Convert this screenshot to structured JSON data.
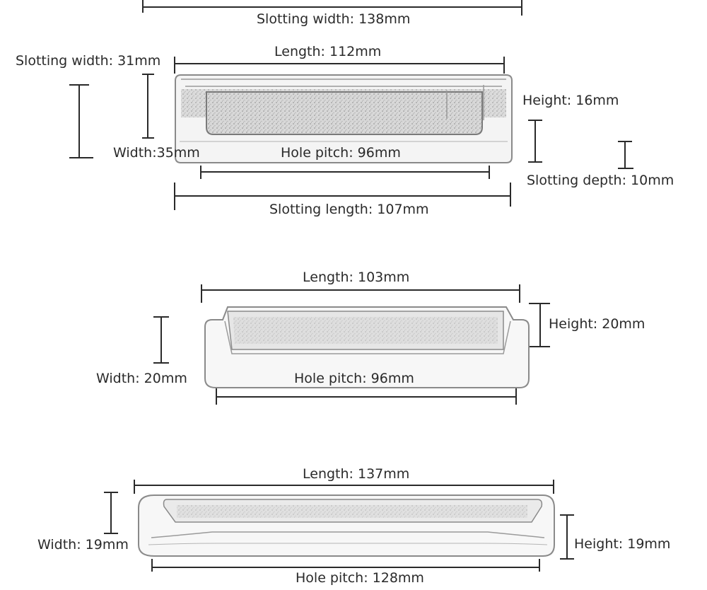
{
  "colors": {
    "ink": "#2a2a2a",
    "sketch": "#8a8a8a",
    "fill": "#d0d0d0"
  },
  "handle_1": {
    "top_slotting_width": "Slotting width: 138mm",
    "slotting_width": "Slotting width: 31mm",
    "length": "Length: 112mm",
    "height": "Height: 16mm",
    "width": "Width:35mm",
    "hole_pitch": "Hole pitch: 96mm",
    "slotting_depth": "Slotting depth: 10mm",
    "slotting_length": "Slotting length: 107mm"
  },
  "handle_2": {
    "length": "Length: 103mm",
    "height": "Height: 20mm",
    "width": "Width: 20mm",
    "hole_pitch": "Hole pitch: 96mm"
  },
  "handle_3": {
    "length": "Length: 137mm",
    "width": "Width: 19mm",
    "height": "Height: 19mm",
    "hole_pitch": "Hole pitch: 128mm"
  }
}
